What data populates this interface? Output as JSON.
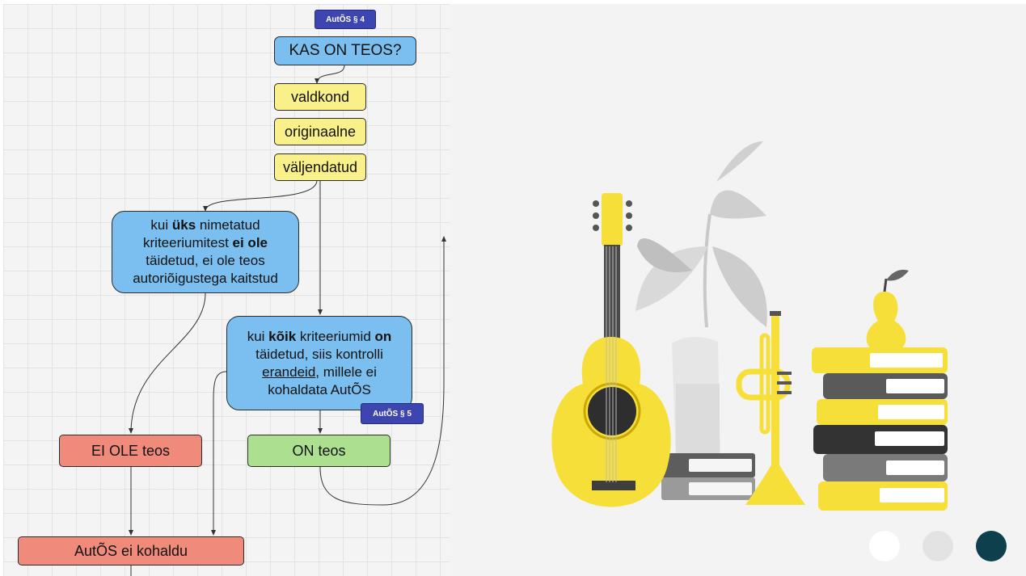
{
  "flowchart": {
    "tag_top": "AutÕS § 4",
    "question": "KAS ON TEOS?",
    "criteria": [
      "valdkond",
      "originaalne",
      "väljendatud"
    ],
    "if_one": {
      "l1a": "kui ",
      "l1b": "üks",
      "l1c": " nimetatud",
      "l2a": "kriteeriumitest ",
      "l2b": "ei ole",
      "l3": "täidetud, ei ole teos",
      "l4": "autoriõigustega kaitstud"
    },
    "if_all": {
      "l1a": "kui ",
      "l1b": "kõik",
      "l1c": " kriteeriumid ",
      "l1d": "on",
      "l2": "täidetud, siis kontrolli",
      "l3a": "erandeid",
      "l3b": ", millele ei",
      "l4": "kohaldata AutÕS"
    },
    "tag_mid": "AutÕS § 5",
    "result_not": "EI OLE teos",
    "result_is": "ON teos",
    "result_final": "AutÕS ei kohaldu"
  },
  "illustration": {
    "items": [
      "guitar",
      "plant",
      "trumpet",
      "book-stack",
      "pear"
    ],
    "colors": {
      "accent": "#f7df3a",
      "dark": "#4a4a4a",
      "grey": "#d4d4d4"
    }
  },
  "pagination": {
    "dots": 3,
    "active_index": 2,
    "colors": {
      "inactive1": "#ffffff",
      "inactive2": "#e3e3e3",
      "active": "#0e3f4d"
    }
  }
}
